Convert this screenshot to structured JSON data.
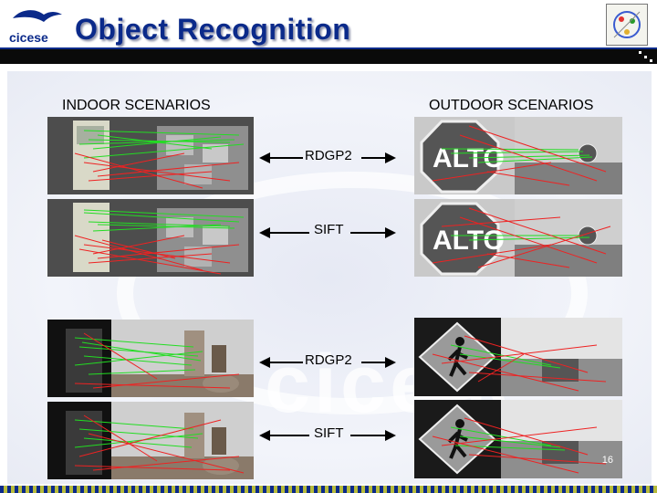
{
  "header": {
    "org": "cicese",
    "title": "Object Recognition"
  },
  "sections": {
    "indoor": "INDOOR SCENARIOS",
    "outdoor": "OUTDOOR SCENARIOS"
  },
  "methods": [
    "RDGP2",
    "SIFT",
    "RDGP2",
    "SIFT"
  ],
  "signs": {
    "alto": "ALTO"
  },
  "page": {
    "number": "16"
  },
  "colors": {
    "title": "#0b2a8a",
    "match_good": "#22dd22",
    "match_bad": "#ee2222"
  }
}
